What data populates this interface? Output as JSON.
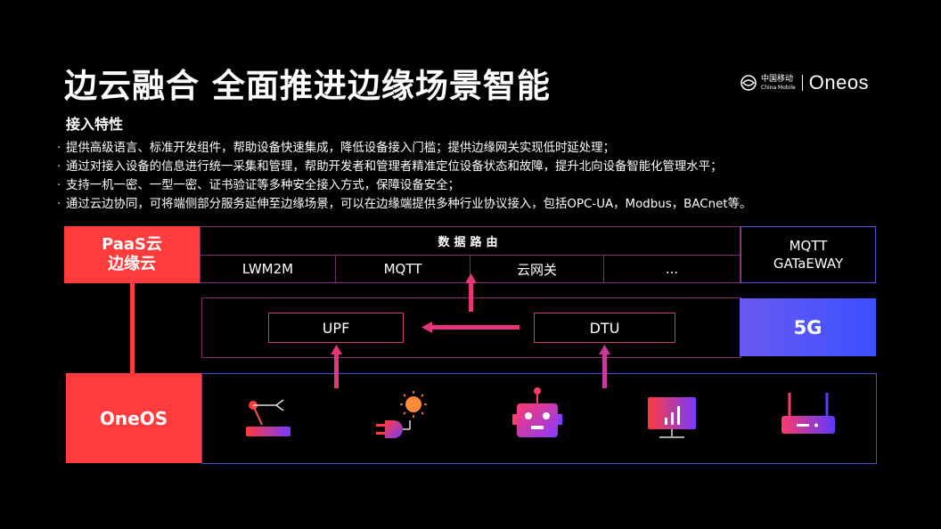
{
  "title": "边云融合 全面推进边缘场景智能",
  "brand": {
    "logo_zh": "中国移动",
    "logo_en": "China Mobile",
    "product": "Oneos"
  },
  "section": {
    "heading": "接入特性",
    "bullets": [
      "提供高级语言、标准开发组件，帮助设备快速集成，降低设备接入门槛；提供边缘网关实现低时延处理；",
      "通过对接入设备的信息进行统一采集和管理，帮助开发者和管理者精准定位设备状态和故障，提升北向设备智能化管理水平；",
      "支持一机一密、一型一密、证书验证等多种安全接入方式，保障设备安全；",
      "通过云边协同，可将端侧部分服务延伸至边缘场景，可以在边缘端提供多种行业协议接入，包括OPC-UA，Modbus，BACnet等。"
    ],
    "bullet_marker": "·"
  },
  "diagram": {
    "paas_line1": "PaaS云",
    "paas_line2": "边缘云",
    "routing_title": "数据路由",
    "protocols": [
      "LWM2M",
      "MQTT",
      "云网关",
      "..."
    ],
    "mqtt_line1": "MQTT",
    "mqtt_line2": "GATaEWAY",
    "upf": "UPF",
    "dtu": "DTU",
    "fiveg": "5G",
    "oneos": "OneOS",
    "devices": [
      "robot-arm-icon",
      "smart-plug-light-icon",
      "robot-head-icon",
      "monitor-chart-icon",
      "router-icon"
    ]
  },
  "colors": {
    "accent_red": "#ff3b3b",
    "accent_blue": "#3a50ff",
    "connector_pink": "#e8347a",
    "background": "#000000"
  }
}
